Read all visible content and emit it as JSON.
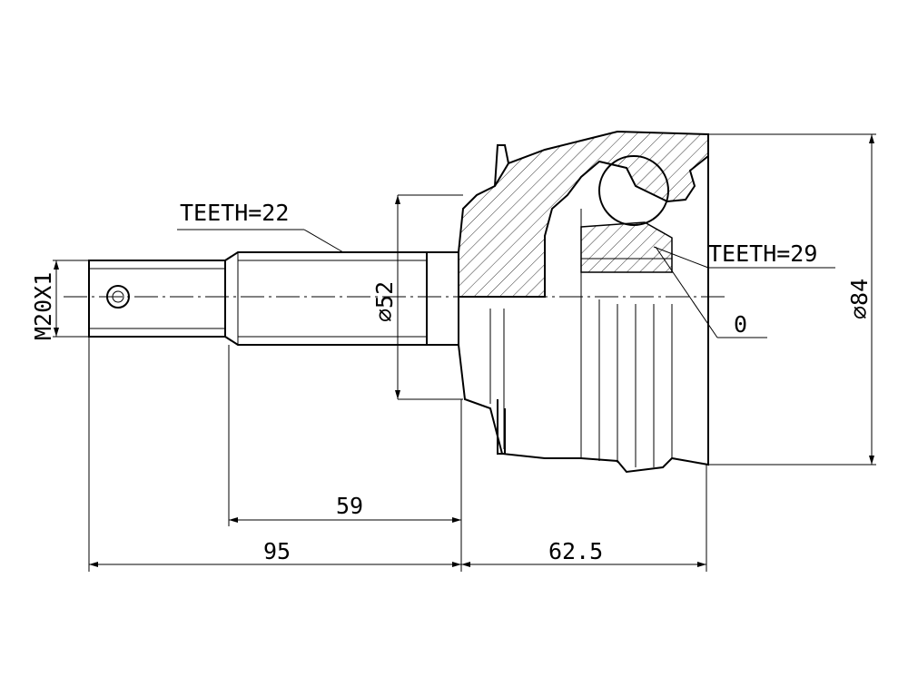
{
  "labels": {
    "shaft_teeth": "TEETH=22",
    "housing_teeth": "TEETH=29",
    "thread": "M20X1",
    "shaft_diameter": "⌀52",
    "housing_diameter": "⌀84",
    "sensor_ring": "0"
  },
  "dimensions": {
    "spline_length": "59",
    "shaft_length": "95",
    "housing_length": "62.5"
  }
}
